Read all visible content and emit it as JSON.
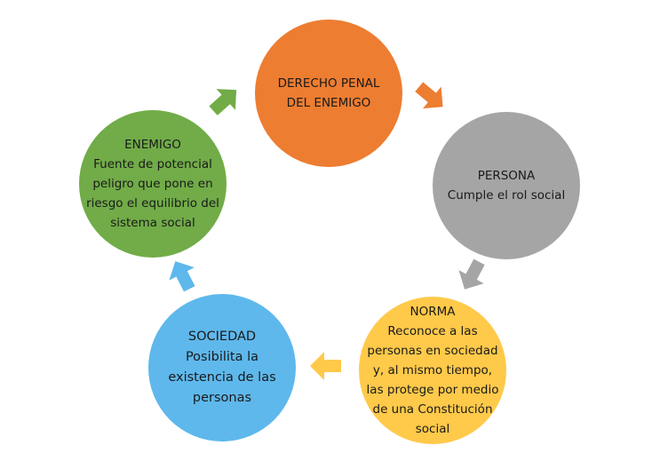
{
  "diagram": {
    "nodes": [
      {
        "id": "derecho",
        "color": "#ed7d31",
        "lines": [
          "DERECHO PENAL",
          "DEL ENEMIGO"
        ]
      },
      {
        "id": "persona",
        "color": "#a5a5a5",
        "lines": [
          "PERSONA",
          "Cumple el rol social"
        ]
      },
      {
        "id": "norma",
        "color": "#ffc94a",
        "lines": [
          "NORMA",
          "Reconoce a las",
          "personas en sociedad",
          "y, al mismo tiempo,",
          "las protege por medio",
          "de una Constitución",
          "social"
        ]
      },
      {
        "id": "sociedad",
        "color": "#5eb8ec",
        "lines": [
          "SOCIEDAD",
          "Posibilita la",
          "existencia de las",
          "personas"
        ]
      },
      {
        "id": "enemigo",
        "color": "#71ac48",
        "lines": [
          "ENEMIGO",
          "Fuente de potencial",
          "peligro que pone en",
          "riesgo el equilibrio del",
          "sistema social"
        ]
      }
    ],
    "arrows": [
      {
        "from": "derecho",
        "to": "persona",
        "color": "#ed7d31",
        "icon": "arrow-down-right"
      },
      {
        "from": "persona",
        "to": "norma",
        "color": "#a5a5a5",
        "icon": "arrow-down-left"
      },
      {
        "from": "norma",
        "to": "sociedad",
        "color": "#ffc94a",
        "icon": "arrow-left"
      },
      {
        "from": "sociedad",
        "to": "enemigo",
        "color": "#5eb8ec",
        "icon": "arrow-up-left"
      },
      {
        "from": "enemigo",
        "to": "derecho",
        "color": "#71ac48",
        "icon": "arrow-up-right"
      }
    ]
  }
}
